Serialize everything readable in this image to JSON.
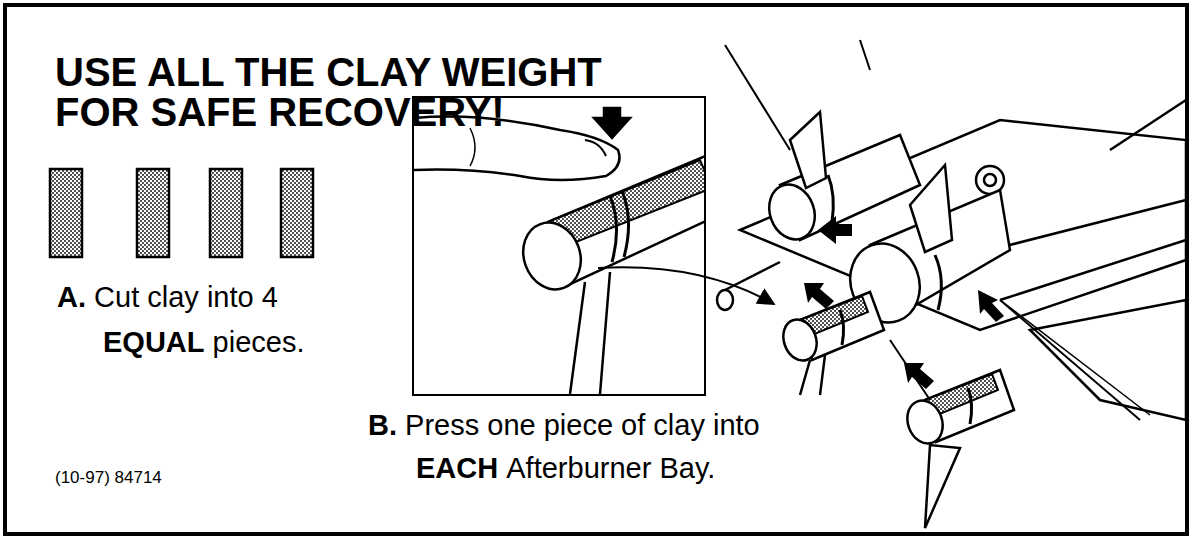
{
  "diagram": {
    "title": "USE ALL THE CLAY WEIGHT FOR SAFE RECOVERY!",
    "labels": [
      "A.",
      "Cut clay into 4",
      "EQUAL",
      "pieces.",
      "B.",
      "Press one piece of clay into",
      "EACH",
      "Afterburner Bay.",
      "(10-97) 84714"
    ]
  }
}
